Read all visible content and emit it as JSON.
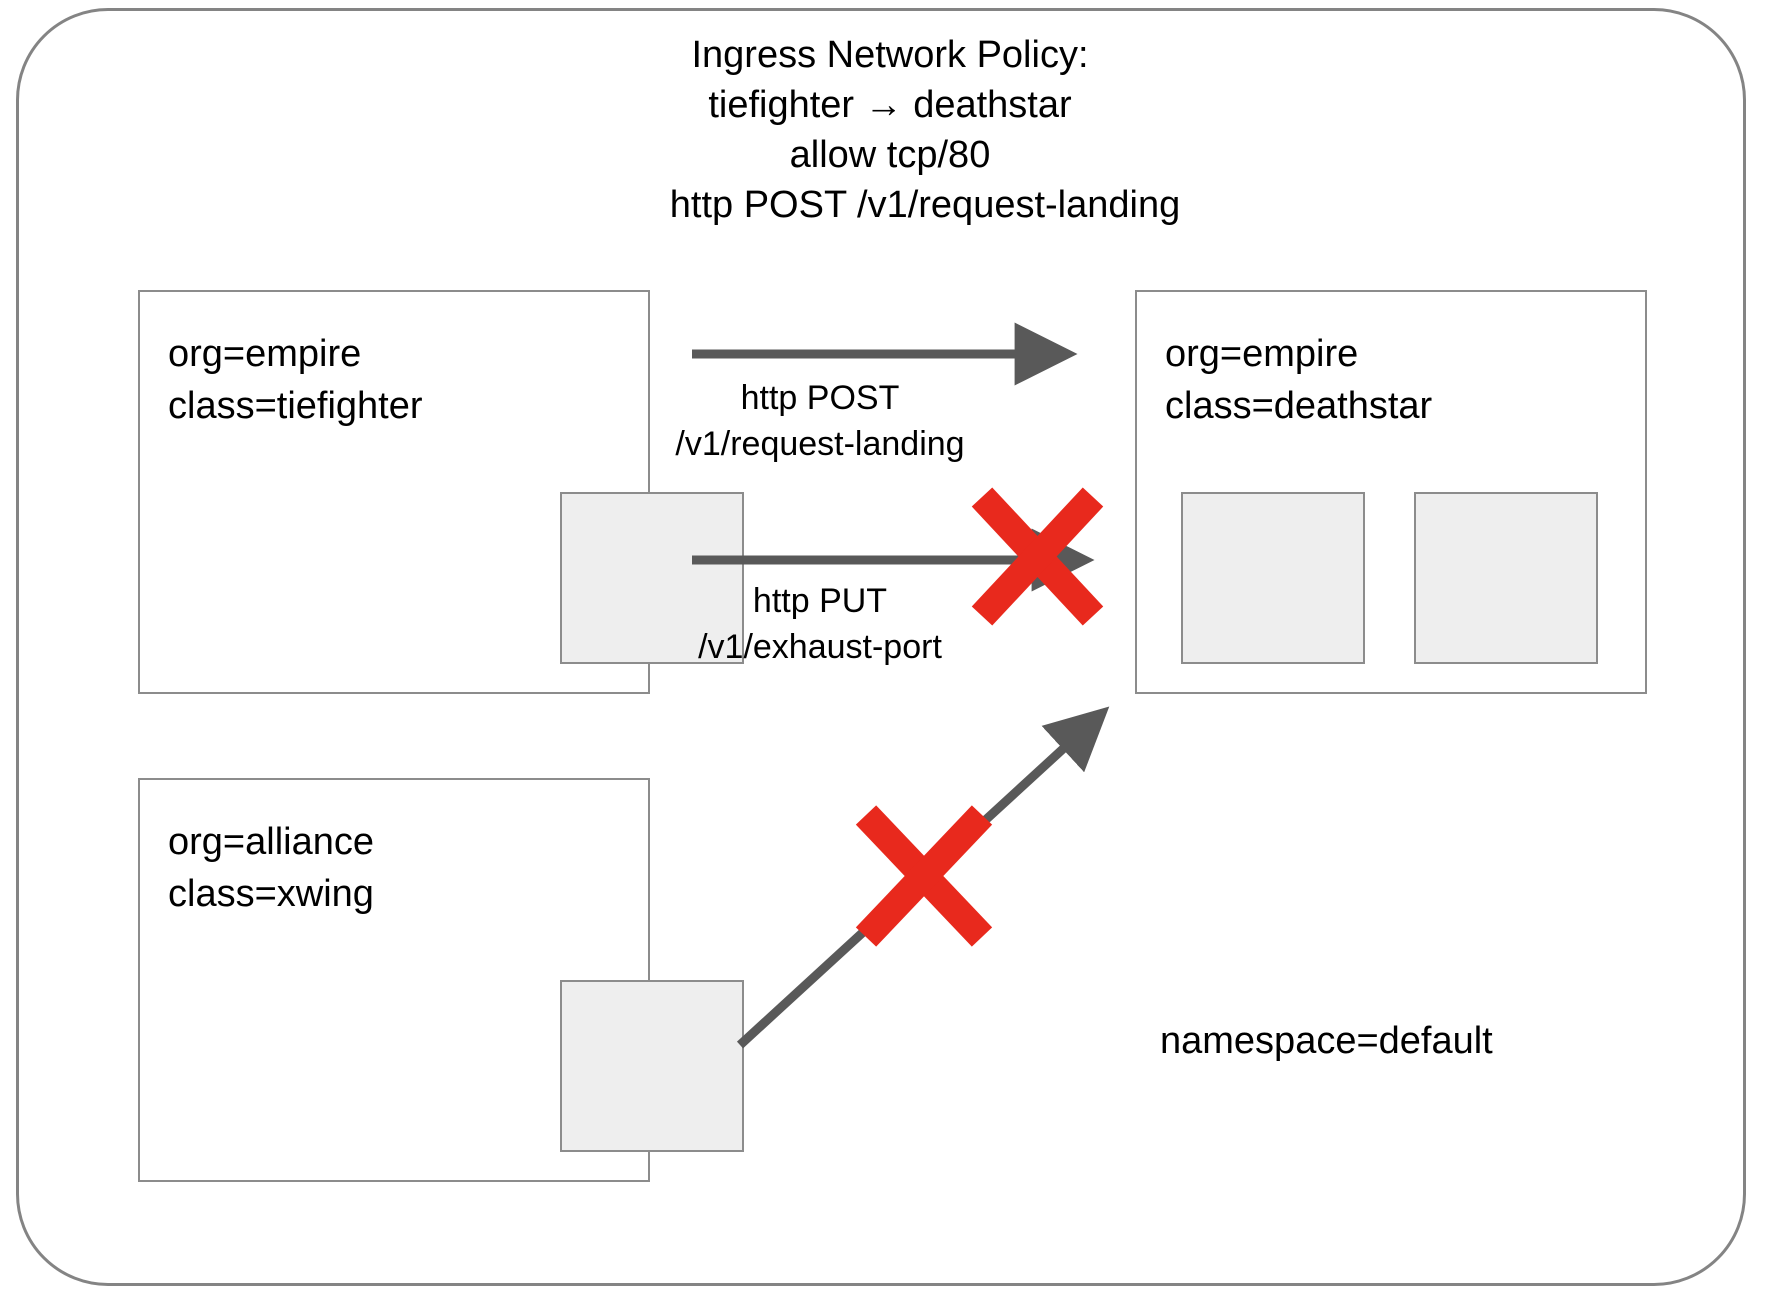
{
  "diagram": {
    "title_lines": [
      "Ingress Network Policy:",
      "tiefighter → deathstar",
      "allow tcp/80",
      "http POST /v1/request-landing"
    ],
    "namespace_caption": "namespace=default",
    "colors": {
      "container_border": "#848484",
      "box_border": "#8c8c8c",
      "pod_fill": "#eeeeee",
      "arrow": "#595959",
      "deny_x": "#e8291d",
      "text": "#000000",
      "background": "#ffffff"
    },
    "endpoints": [
      {
        "id": "tiefighter",
        "labels": [
          "org=empire",
          "class=tiefighter"
        ],
        "pod_count": 1
      },
      {
        "id": "xwing",
        "labels": [
          "org=alliance",
          "class=xwing"
        ],
        "pod_count": 1
      },
      {
        "id": "deathstar",
        "labels": [
          "org=empire",
          "class=deathstar"
        ],
        "pod_count": 2
      }
    ],
    "flows": [
      {
        "id": "post-request-landing",
        "from": "tiefighter",
        "to": "deathstar",
        "label_lines": [
          "http POST",
          "/v1/request-landing"
        ],
        "allowed": true,
        "blocked_marker": null
      },
      {
        "id": "put-exhaust-port",
        "from": "tiefighter",
        "to": "deathstar",
        "label_lines": [
          "http PUT",
          "/v1/exhaust-port"
        ],
        "allowed": false,
        "blocked_marker": "red-x"
      },
      {
        "id": "xwing-to-deathstar",
        "from": "xwing",
        "to": "deathstar",
        "label_lines": [],
        "allowed": false,
        "blocked_marker": "red-x"
      }
    ]
  }
}
